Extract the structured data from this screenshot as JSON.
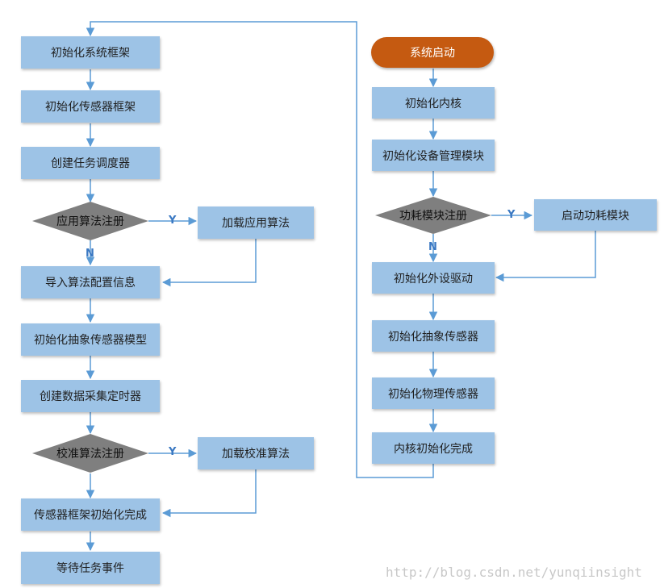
{
  "left_flow": {
    "init_system_framework": "初始化系统框架",
    "init_sensor_framework": "初始化传感器框架",
    "create_task_scheduler": "创建任务调度器",
    "app_algo_registered": "应用算法注册",
    "load_app_algo": "加载应用算法",
    "import_algo_config": "导入算法配置信息",
    "init_abstract_sensor_model": "初始化抽象传感器模型",
    "create_data_timer": "创建数据采集定时器",
    "calib_algo_registered": "校准算法注册",
    "load_calib_algo": "加载校准算法",
    "sensor_framework_done": "传感器框架初始化完成",
    "wait_task_event": "等待任务事件"
  },
  "right_flow": {
    "system_start": "系统启动",
    "init_kernel": "初始化内核",
    "init_device_mgmt": "初始化设备管理模块",
    "power_module_registered": "功耗模块注册",
    "start_power_module": "启动功耗模块",
    "init_peripheral_driver": "初始化外设驱动",
    "init_abstract_sensor": "初始化抽象传感器",
    "init_physical_sensor": "初始化物理传感器",
    "kernel_init_done": "内核初始化完成"
  },
  "edge_labels": {
    "yes": "Y",
    "no": "N"
  },
  "watermark": "http://blog.csdn.net/yunqiinsight",
  "colors": {
    "box_fill": "#9dc3e6",
    "decision_fill": "#7f7f7f",
    "start_fill": "#c55a11",
    "connector": "#5b9bd5"
  }
}
